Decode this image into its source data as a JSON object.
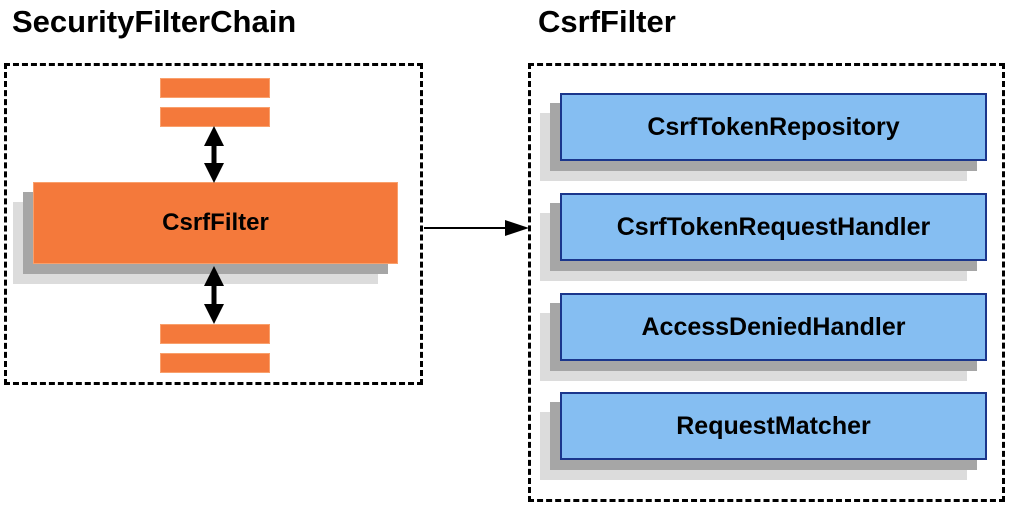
{
  "left_panel": {
    "title": "SecurityFilterChain",
    "node_label": "CsrfFilter"
  },
  "right_panel": {
    "title": "CsrfFilter",
    "components": [
      {
        "label": "CsrfTokenRepository"
      },
      {
        "label": "CsrfTokenRequestHandler"
      },
      {
        "label": "AccessDeniedHandler"
      },
      {
        "label": "RequestMatcher"
      }
    ]
  },
  "icons": {
    "bidirectional_arrow": "↕",
    "flow_arrow": "→"
  },
  "colors": {
    "orange": "#F4793B",
    "orange-border": "#F9A06C",
    "blue": "#85BEF2",
    "blue-border": "#1B368C",
    "shadow-dark": "#A6A6A6",
    "shadow-light": "#DCDCDC",
    "line": "#000000"
  }
}
